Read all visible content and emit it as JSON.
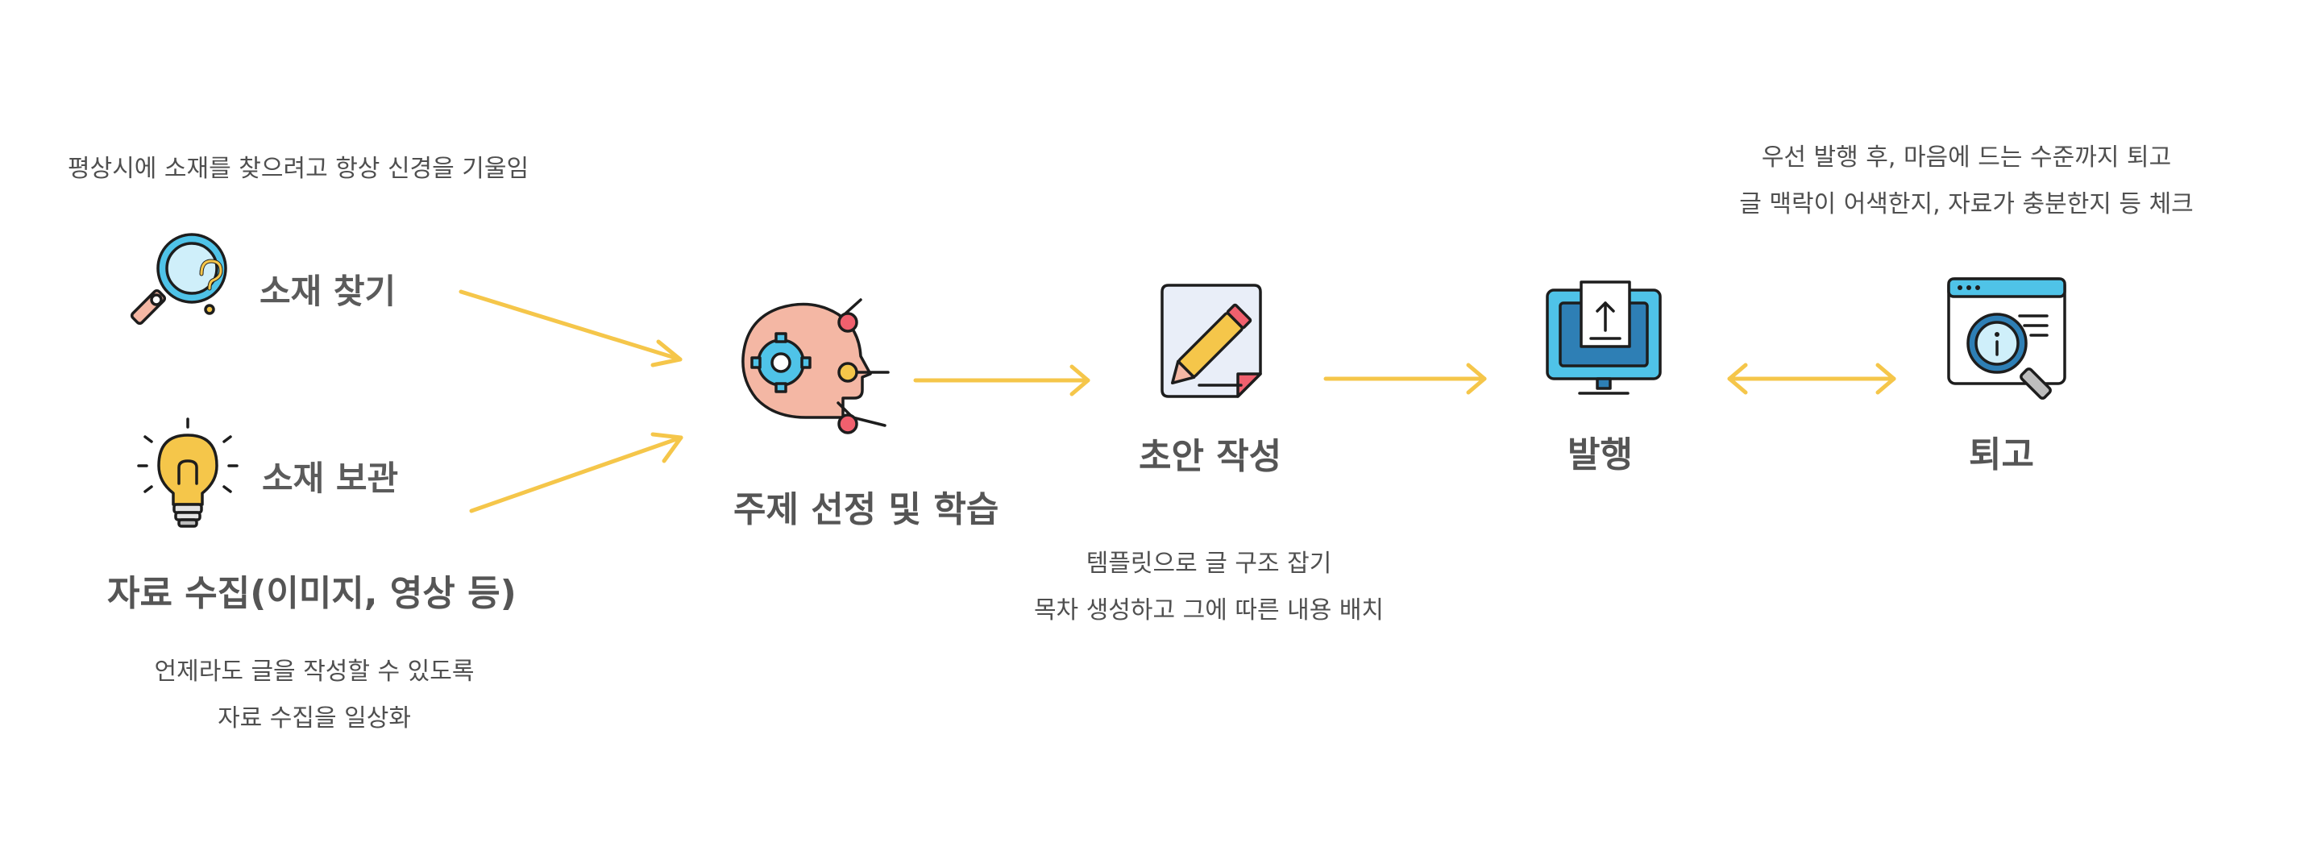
{
  "diagram": {
    "note_collect": "평상시에 소재를 찾으려고 항상 신경을 기울임",
    "find_material": "소재 찾기",
    "store_material": "소재 보관",
    "collect_title": "자료 수집(이미지, 영상 등)",
    "collect_desc": [
      "언제라도 글을 작성할 수 있도록",
      "자료 수집을 일상화"
    ],
    "topic": "주제 선정 및 학습",
    "draft": "초안 작성",
    "draft_desc": [
      "템플릿으로 글 구조 잡기",
      "목차 생성하고 그에 따른 내용 배치"
    ],
    "publish": "발행",
    "revise": "퇴고",
    "revise_desc": [
      "우선 발행 후, 마음에 드는 수준까지 퇴고",
      "글 맥락이 어색한지, 자료가 충분한지 등 체크"
    ]
  },
  "colors": {
    "arrow": "#F5C64A",
    "accent_blue": "#4FC3E8",
    "accent_red": "#F0606E",
    "outline": "#1D1D1D",
    "text": "#555555"
  },
  "icons": {
    "find": "magnifier-question-icon",
    "store": "lightbulb-icon",
    "topic": "head-gear-icon",
    "draft": "document-pencil-icon",
    "publish": "monitor-upload-icon",
    "revise": "browser-magnifier-info-icon"
  }
}
